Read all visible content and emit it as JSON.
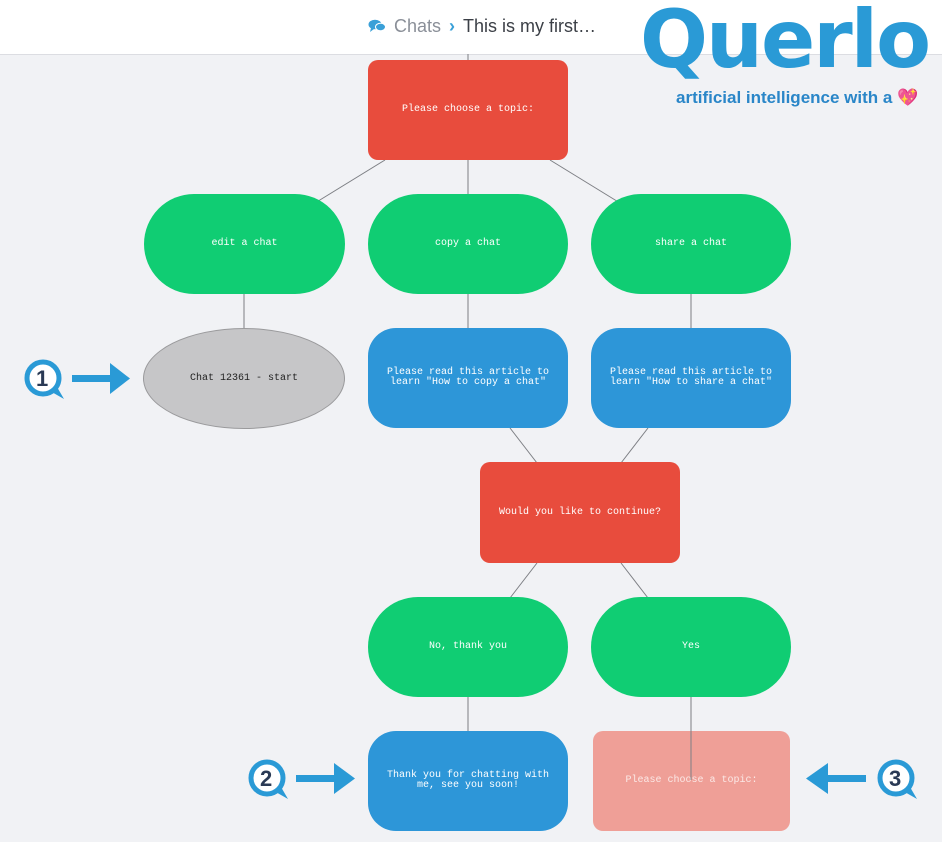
{
  "breadcrumb": {
    "chats_label": "Chats",
    "separator": "›",
    "current": "This is my first…"
  },
  "logo": {
    "wordmark": "Querlo",
    "tagline": "artificial intelligence with a",
    "heart": "💖"
  },
  "nodes": {
    "choose_topic": "Please choose a topic:",
    "edit_chat": "edit a chat",
    "copy_chat": "copy a chat",
    "share_chat": "share a chat",
    "chat_start": "Chat 12361 - start",
    "read_copy": "Please read this article to learn \"How to copy a chat\"",
    "read_share": "Please read this article to learn \"How to share a chat\"",
    "continue_q": "Would you like to continue?",
    "no_thanks": "No, thank you",
    "yes": "Yes",
    "thank_you": "Thank you for chatting with me, see you soon!",
    "choose_topic_again": "Please choose a topic:"
  },
  "markers": [
    "1",
    "2",
    "3"
  ],
  "colors": {
    "question": "#e84c3d",
    "answer": "#10cd73",
    "message": "#2d96d8",
    "start": "#c6c6c8",
    "loop": "#ef9f97",
    "accent": "#2a9ad6"
  }
}
